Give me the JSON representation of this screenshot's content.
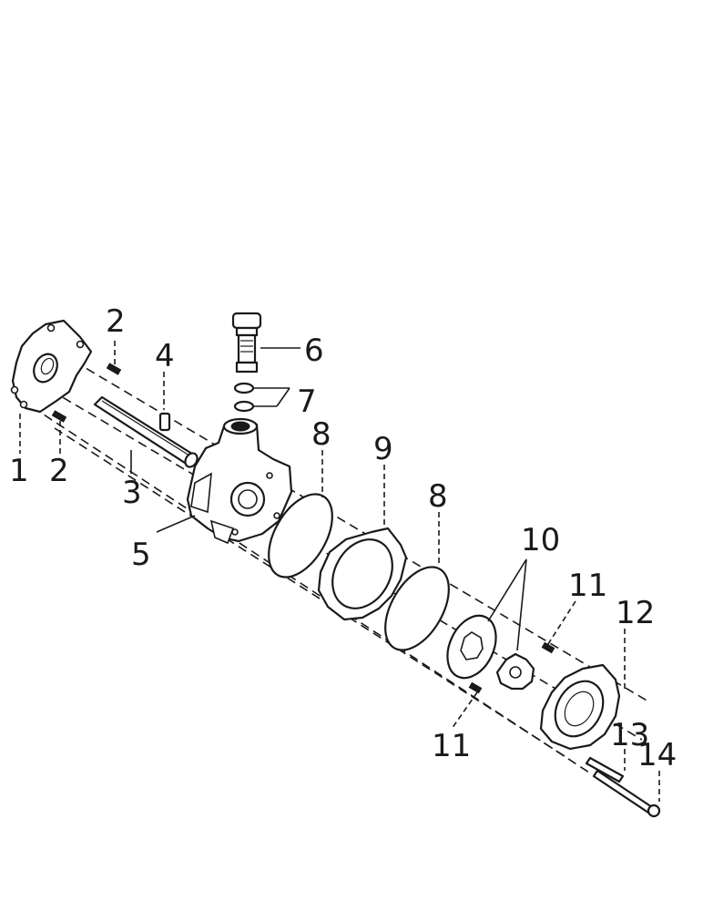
{
  "diagram": {
    "ink_color": "#1a1a1a",
    "background_color": "#ffffff",
    "callouts": [
      "1",
      "2",
      "2",
      "3",
      "4",
      "5",
      "6",
      "7",
      "8",
      "8",
      "9",
      "10",
      "11",
      "11",
      "12",
      "13",
      "14"
    ]
  }
}
